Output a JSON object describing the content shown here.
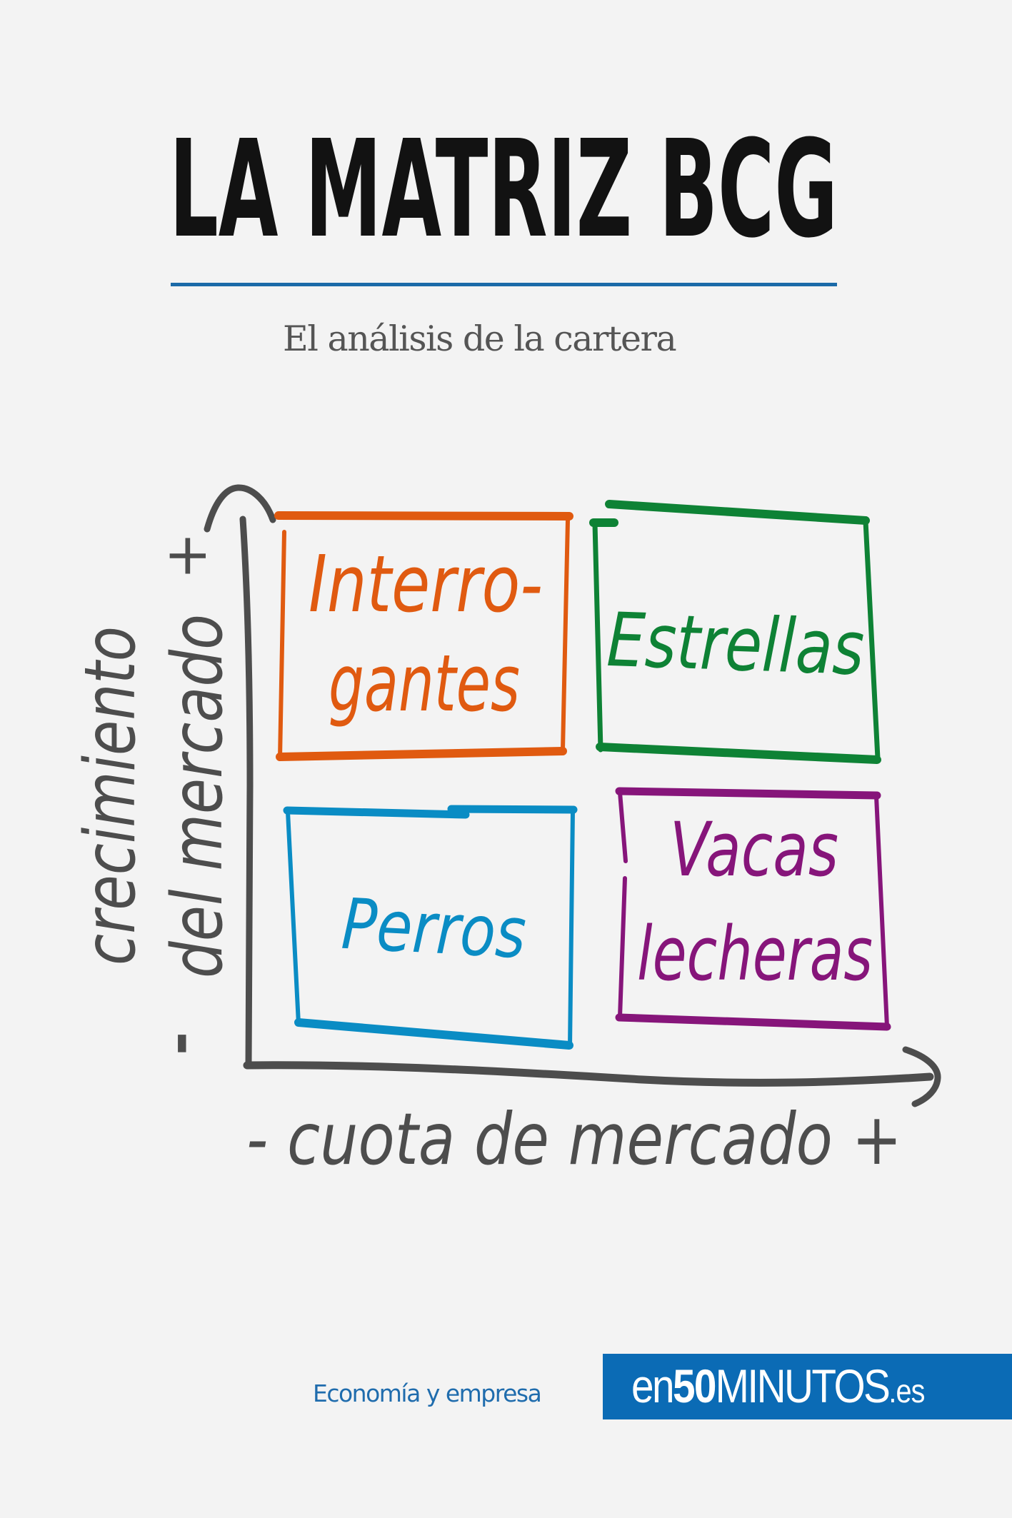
{
  "cover": {
    "title": "LA MATRIZ BCG",
    "subtitle": "El análisis de la cartera",
    "rule_color": "#1b6aa8"
  },
  "diagram": {
    "y_axis": {
      "label_line1": "crecimiento",
      "label_line2": "del mercado",
      "plus": "+",
      "minus": "-"
    },
    "x_axis": {
      "label": "- cuota de mercado +"
    },
    "quadrants": [
      {
        "id": "interrogantes",
        "line1": "Interro-",
        "line2": "gantes",
        "color": "#e05a10",
        "position": "top-left"
      },
      {
        "id": "estrellas",
        "line1": "Estrellas",
        "color": "#0e8235",
        "position": "top-right"
      },
      {
        "id": "perros",
        "line1": "Perros",
        "color": "#0a8cc4",
        "position": "bottom-left"
      },
      {
        "id": "vacas",
        "line1": "Vacas",
        "line2": "lecheras",
        "color": "#86157a",
        "position": "bottom-right"
      }
    ],
    "axis_color": "#4d4d4d"
  },
  "footer": {
    "category": "Economía y empresa",
    "brand": {
      "prefix": "en",
      "number": "50",
      "word": "MINUTOS",
      "suffix": ".es",
      "background": "#0b6bb5"
    }
  }
}
